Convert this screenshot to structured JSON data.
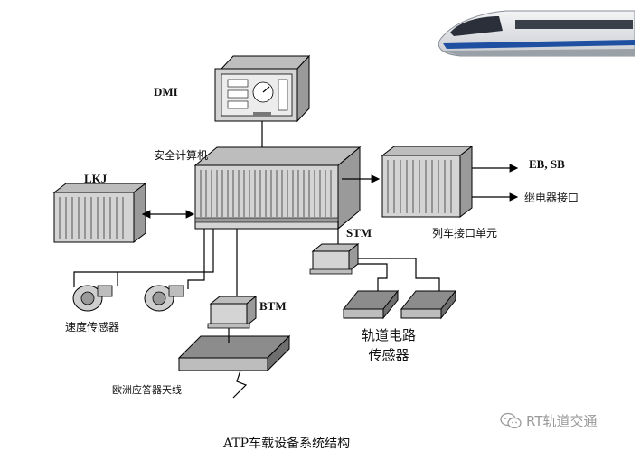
{
  "labels": {
    "dmi": "DMI",
    "safety_computer": "安全计算机",
    "lkj": "LKJ",
    "train_interface_unit": "列车接口单元",
    "eb_sb": "EB, SB",
    "relay_interface": "继电器接口",
    "stm": "STM",
    "btm": "BTM",
    "speed_sensor": "速度传感器",
    "track_circuit_sensor_line1": "轨道电路",
    "track_circuit_sensor_line2": "传感器",
    "balise_antenna": "欧洲应答器天线"
  },
  "caption": "ATP车载设备系统结构",
  "watermark": "RT轨道交通",
  "colors": {
    "rack_fill": "#d4d4d4",
    "rack_top": "#bdbdbd",
    "rack_side": "#9a9a9a",
    "slot_line": "#555555",
    "line": "#000000",
    "watermark": "#9a9a9a"
  }
}
